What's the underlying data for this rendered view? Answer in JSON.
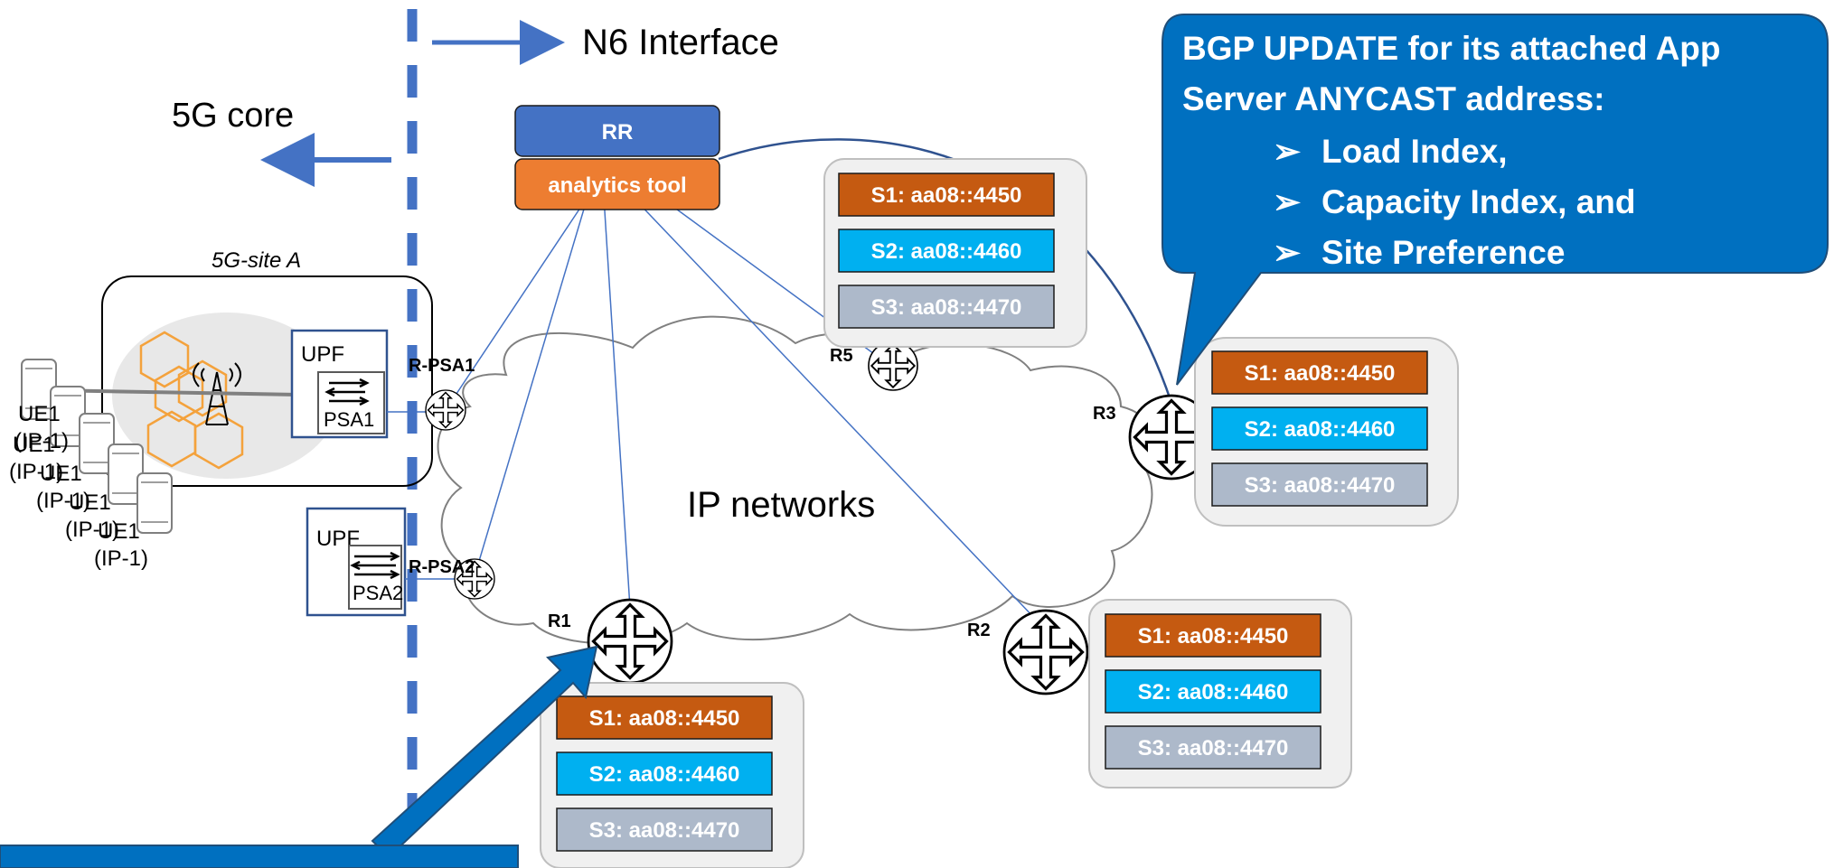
{
  "labels": {
    "n6_interface": "N6 Interface",
    "core": "5G core",
    "site": "5G-site A",
    "ip_networks": "IP networks",
    "upf1": "UPF",
    "upf2": "UPF",
    "psa1": "PSA1",
    "psa2": "PSA2",
    "r_psa1": "R-PSA1",
    "r_psa2": "R-PSA2",
    "r1": "R1",
    "r2": "R2",
    "r3": "R3",
    "r5": "R5",
    "rr": "RR",
    "analytics": "analytics tool"
  },
  "ues": [
    {
      "name": "UE1",
      "ip": "(IP-1)"
    },
    {
      "name": "UE1",
      "ip": "(IP-1)"
    },
    {
      "name": "UE1",
      "ip": "(IP-1)"
    },
    {
      "name": "UE1",
      "ip": "(IP-1)"
    },
    {
      "name": "UE1",
      "ip": "(IP-1)"
    }
  ],
  "server_groups": [
    {
      "router": "R5",
      "servers": [
        "S1: aa08::4450",
        "S2: aa08::4460",
        "S3: aa08::4470"
      ]
    },
    {
      "router": "R3",
      "servers": [
        "S1: aa08::4450",
        "S2: aa08::4460",
        "S3: aa08::4470"
      ]
    },
    {
      "router": "R2",
      "servers": [
        "S1: aa08::4450",
        "S2: aa08::4460",
        "S3: aa08::4470"
      ]
    },
    {
      "router": "R1",
      "servers": [
        "S1: aa08::4450",
        "S2: aa08::4460",
        "S3: aa08::4470"
      ]
    }
  ],
  "callout": {
    "title_line1": "BGP UPDATE for its attached App",
    "title_line2": "Server ANYCAST address:",
    "bullets": [
      "Load Index,",
      "Capacity Index, and",
      "Site Preference"
    ],
    "bullet_glyph": "➢"
  },
  "colors": {
    "s1": "#c55a11",
    "s2": "#00b0f0",
    "s3": "#adb9ca",
    "rr": "#4472c4",
    "analytics": "#ed7d31",
    "callout": "#0070c0",
    "dashed_line": "#4472c4",
    "hexagon": "#f4a23c"
  }
}
